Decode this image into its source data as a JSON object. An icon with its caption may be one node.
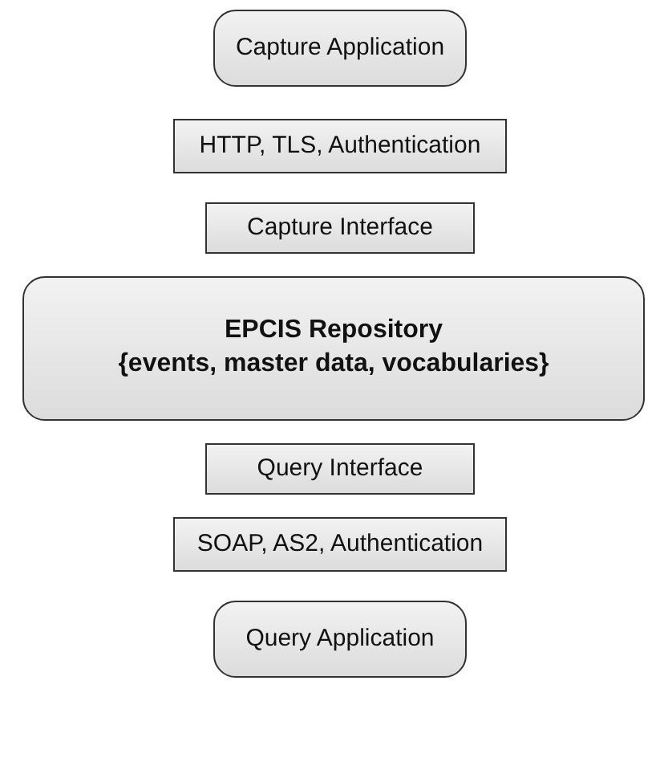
{
  "diagram": {
    "nodes": [
      {
        "text": [
          "Capture Application"
        ]
      },
      {
        "text": [
          "HTTP, TLS, Authentication"
        ]
      },
      {
        "text": [
          "Capture Interface"
        ]
      },
      {
        "text": [
          "EPCIS Repository",
          "{events, master data, vocabularies}"
        ]
      },
      {
        "text": [
          "Query Interface"
        ]
      },
      {
        "text": [
          "SOAP, AS2, Authentication"
        ]
      },
      {
        "text": [
          "Query Application"
        ]
      }
    ]
  }
}
